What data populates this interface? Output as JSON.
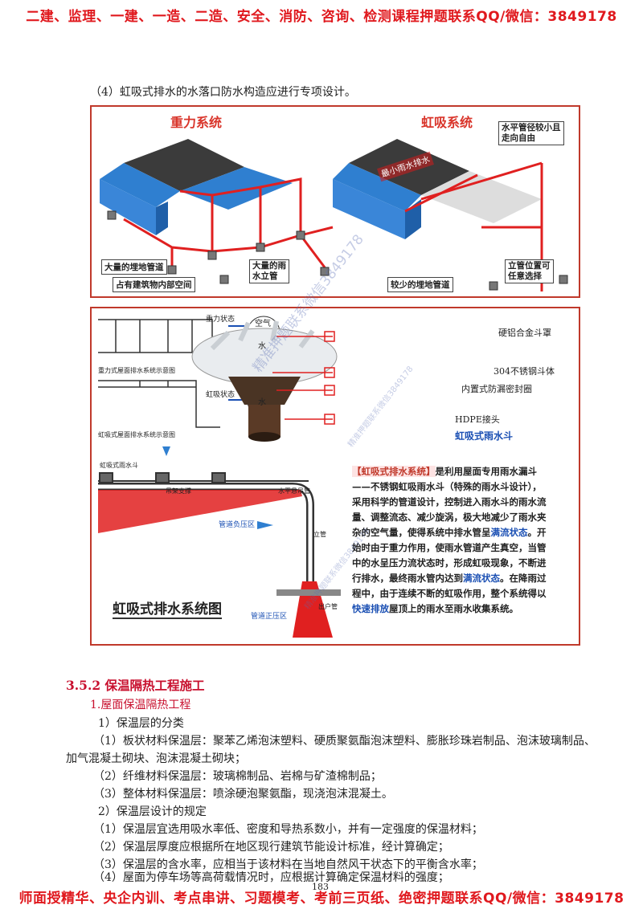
{
  "header": {
    "banner": "二建、监理、一建、一造、二造、安全、消防、咨询、检测课程押题联系QQ/微信：3849178"
  },
  "intro_line": "（4）虹吸式排水的水落口防水构造应进行专项设计。",
  "figure_top": {
    "left_title": "重力系统",
    "right_title": "虹吸系统",
    "labels": {
      "many_buried_pipes": "大量的埋地管道",
      "occupy_space": "占有建筑物内部空间",
      "many_downpipes_1": "大量的雨",
      "many_downpipes_2": "水立管",
      "horizontal_pipe_1": "水平管径较小且",
      "horizontal_pipe_2": "走向自由",
      "less_buried_pipes": "较少的埋地管道",
      "vertical_pipe_1": "立管位置可",
      "vertical_pipe_2": "任意选择",
      "roof_tag": "最小雨水排水"
    }
  },
  "figure_bottom": {
    "gravity_state": "重力状态",
    "air": "空气",
    "water": "水",
    "siphon_state": "虹吸状态",
    "water2": "水",
    "gravity_caption": "重力式屋面排水系统示意图",
    "siphon_caption": "虹吸式屋面排水系统示意图",
    "drain_labels": {
      "cover": "硬铝合金斗罩",
      "body": "304不锈钢斗体",
      "seal": "内置式防漏密封圈",
      "joint": "HDPE接头",
      "siphon_drain": "虹吸式雨水斗"
    },
    "small_labels": {
      "siphon_drain": "虹吸式雨水斗",
      "hanger": "吊架支撑",
      "horizontal": "水平悬吊管",
      "negative": "管道负压区",
      "riser": "立管",
      "positive": "管道正压区",
      "outlet": "出户管"
    },
    "diagram_title": "虹吸式排水系统图",
    "description": {
      "tag": "【虹吸式排水系统】",
      "p1": "是利用屋面专用雨水漏斗——不锈钢虹吸雨水斗（特殊的雨水斗设计），采用科学的管道设计，控制进入雨水斗的雨水流量、调整流态、减少旋涡，极大地减少了雨水夹杂的空气量，使得系统中排水管呈",
      "full_flow_1": "满流状态",
      "p2": "。开始时由于重力作用，使雨水管道产生真空，当管中的水呈压力流状态时，形成虹吸现象，不断进行排水，最终雨水管内达到",
      "full_flow_2": "满流状态",
      "p3": "。在降雨过程中，由于连续不断的虹吸作用，整个系统得以",
      "fast": "快速排放",
      "p4": "屋顶上的雨水至雨水收集系统。"
    }
  },
  "watermarks": [
    "精准押题联系微信3849178",
    "精准押题联系微信3849178",
    "精准押题联系微信3849178"
  ],
  "section": {
    "heading": "3.5.2 保温隔热工程施工",
    "subheading": "1.屋面保温隔热工程",
    "lines": [
      "1）保温层的分类",
      "（1）板状材料保温层：聚苯乙烯泡沫塑料、硬质聚氨酯泡沫塑料、膨胀珍珠岩制品、泡沫玻璃制品、",
      "加气混凝土砌块、泡沫混凝土砌块；",
      "（2）纤维材料保温层：玻璃棉制品、岩棉与矿渣棉制品；",
      "（3）整体材料保温层：喷涂硬泡聚氨酯，现浇泡沫混凝土。",
      "2）保温层设计的规定",
      "（1）保温层宜选用吸水率低、密度和导热系数小，并有一定强度的保温材料；",
      "（2）保温层厚度应根据所在地区现行建筑节能设计标准，经计算确定；",
      "（3）保温层的含水率，应相当于该材料在当地自然风干状态下的平衡含水率；",
      "（4）屋面为停车场等高荷载情况时，应根据计算确定保温材料的强度；"
    ]
  },
  "page_number": "183",
  "footer": {
    "banner": "师面授精华、央企内训、考点串讲、习题模考、考前三页纸、绝密押题联系QQ/微信：3849178"
  },
  "colors": {
    "banner_red": "#e0191e",
    "heading_red": "#c8102e",
    "roof_blue": "#2f7fd0",
    "pipe_red": "#e02020"
  }
}
